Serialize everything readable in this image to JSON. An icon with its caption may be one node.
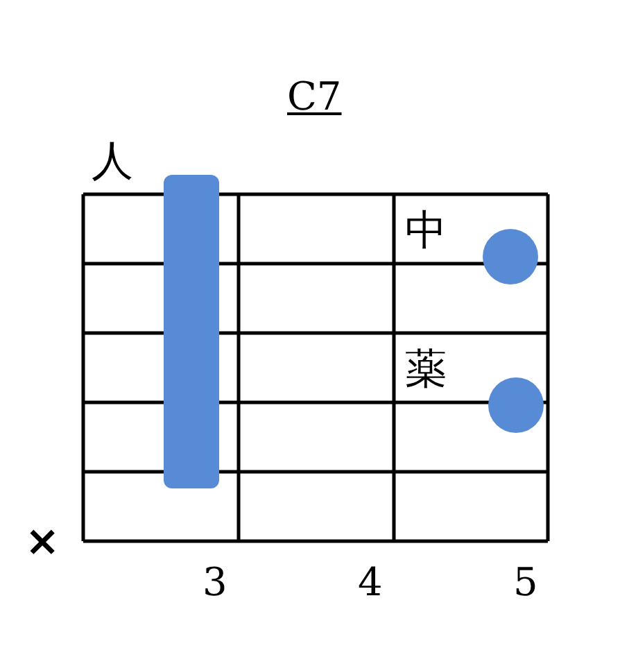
{
  "diagram": {
    "title": "C7",
    "nodes": [
      {
        "text": [],
        "shape": "bar",
        "beside": [
          "人"
        ]
      },
      {
        "text": [],
        "shape": "circle",
        "beside": [
          "中"
        ]
      },
      {
        "text": [],
        "shape": "circle",
        "beside": [
          "薬"
        ]
      }
    ],
    "labels": [
      "×",
      "3",
      "4",
      "5"
    ]
  }
}
